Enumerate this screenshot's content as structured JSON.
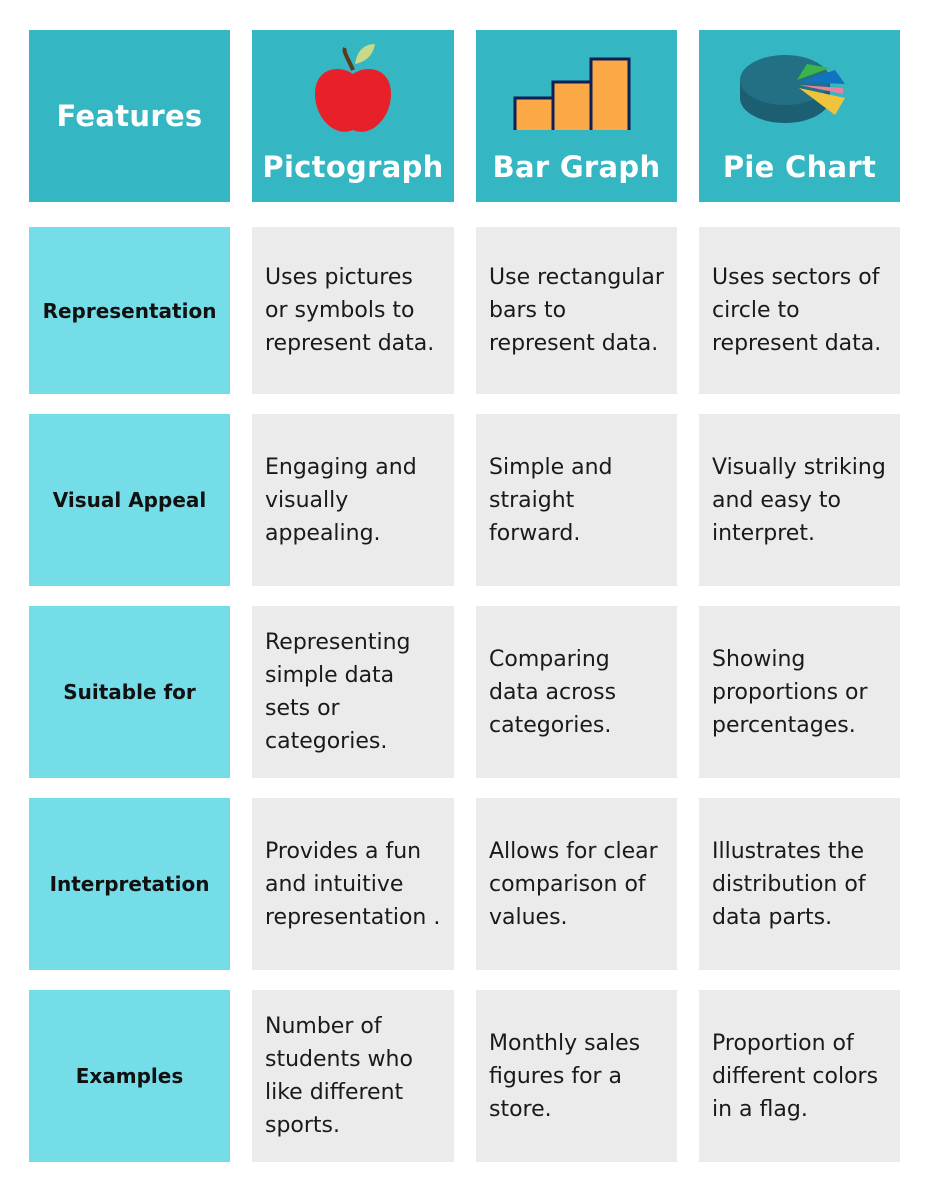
{
  "header": {
    "features": "Features",
    "columns": [
      {
        "label": "Pictograph",
        "icon": "apple-icon"
      },
      {
        "label": "Bar Graph",
        "icon": "bar-graph-icon"
      },
      {
        "label": "Pie Chart",
        "icon": "pie-chart-icon"
      }
    ]
  },
  "rows": [
    {
      "feature": "Representation",
      "pictograph": "Uses pictures or symbols to represent data.",
      "bar": "Use rectangular bars to represent data.",
      "pie": "Uses sectors of circle to represent data."
    },
    {
      "feature": "Visual Appeal",
      "pictograph": "Engaging and visually appealing.",
      "bar": "Simple and straight forward.",
      "pie": "Visually striking and easy to interpret."
    },
    {
      "feature": "Suitable for",
      "pictograph": "Representing simple data sets or categories.",
      "bar": "Comparing data across categories.",
      "pie": "Showing proportions or percentages."
    },
    {
      "feature": "Interpretation",
      "pictograph": "Provides a fun and intuitive representation .",
      "bar": "Allows for clear comparison of values.",
      "pie": "Illustrates the distribution of data parts."
    },
    {
      "feature": "Examples",
      "pictograph": "Number of students who like different sports.",
      "bar": "Monthly sales figures for a store.",
      "pie": "Proportion of different colors in a flag."
    }
  ],
  "colors": {
    "header": "#35b6c3",
    "feature": "#75dde8",
    "cell": "#ebebeb"
  }
}
